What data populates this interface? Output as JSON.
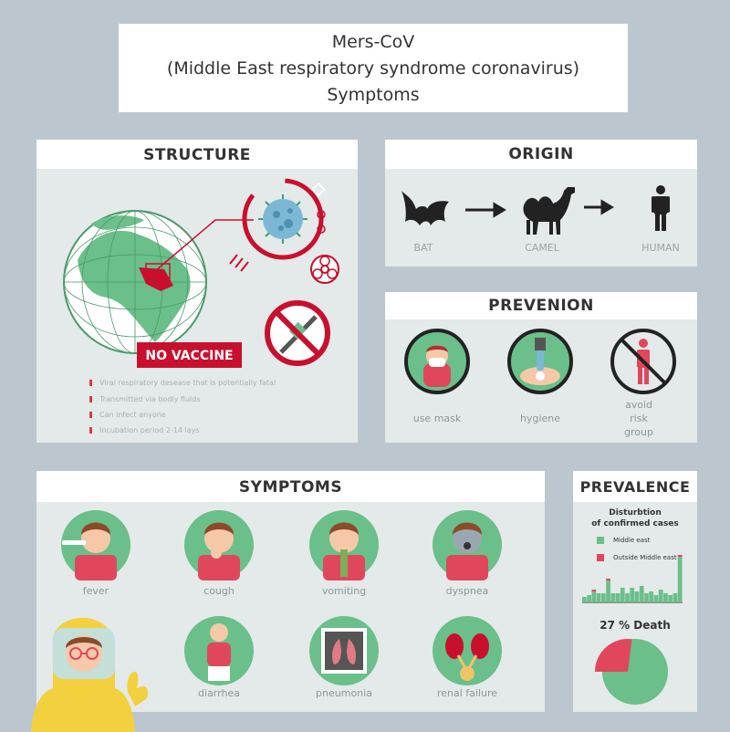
{
  "title": {
    "line1": "Mers-CoV",
    "line2": "(Middle East respiratory syndrome coronavirus)",
    "line3": "Symptoms"
  },
  "structure": {
    "heading": "STRUCTURE",
    "no_vaccine": "NO VACCINE",
    "bullets": [
      "Viral respiratory desease that is potentially fatal",
      "Transmitted via bodly fluids",
      "Can infect anyone",
      "Incubation period 2-14 lays"
    ]
  },
  "origin": {
    "heading": "ORIGIN",
    "items": [
      "BAT",
      "CAMEL",
      "HUMAN"
    ]
  },
  "prevention": {
    "heading": "PREVENION",
    "items": [
      "use mask",
      "hygiene",
      "avoid\nrisk\ngroup"
    ]
  },
  "symptoms": {
    "heading": "SYMPTOMS",
    "items": [
      "fever",
      "cough",
      "vomiting",
      "dyspnea",
      "diarrhea",
      "pneumonia",
      "renal failure"
    ]
  },
  "prevalence": {
    "heading": "PREVALENCE",
    "chart_title_1": "Disturbtion",
    "chart_title_2": "of confirmed cases",
    "legend": [
      "Middle east",
      "Outside Middle east"
    ],
    "death_label": "27 % Death",
    "colors": {
      "green": "#6bbf8a",
      "red": "#e0475d"
    }
  },
  "chart_data": {
    "type": "bar",
    "series": [
      {
        "name": "Middle east",
        "values": [
          3,
          4,
          6,
          5,
          5,
          12,
          5,
          5,
          8,
          5,
          8,
          6,
          9,
          5,
          6,
          4,
          7,
          5,
          4,
          5,
          25
        ]
      },
      {
        "name": "Outside Middle east",
        "values": [
          0,
          0,
          1,
          0,
          0,
          1,
          0,
          0,
          0,
          0,
          0,
          0,
          0,
          0,
          0,
          0,
          0,
          0,
          0,
          0,
          1
        ]
      }
    ],
    "pie": {
      "death_percent": 27
    }
  }
}
